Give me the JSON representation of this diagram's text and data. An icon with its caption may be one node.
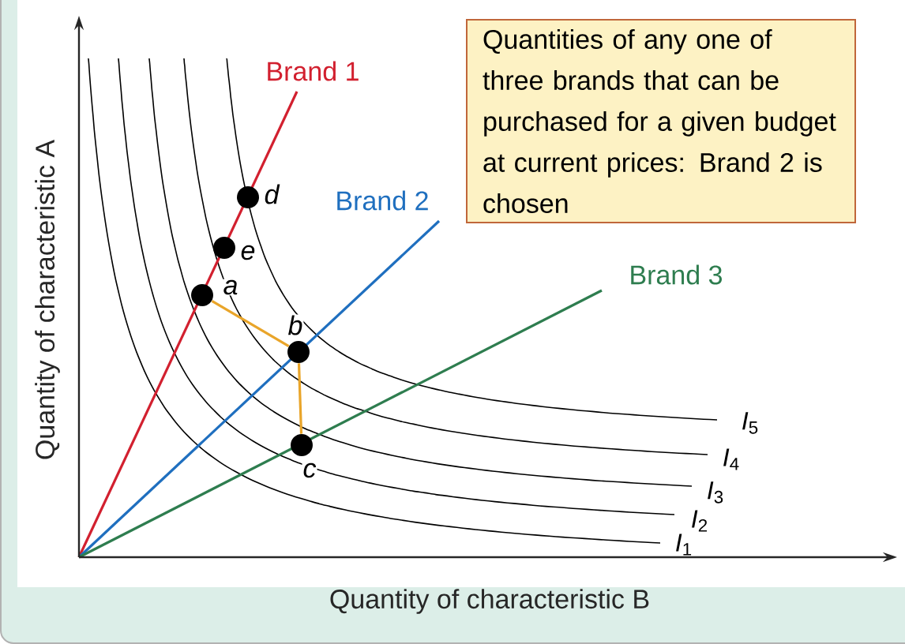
{
  "diagram": {
    "nodes": [
      {
        "text": [
          "Quantities of any one of three brands that can be purchased for a given budget at current prices: Brand 2 is chosen"
        ]
      },
      {
        "text": [],
        "shape": "circle",
        "beside": [
          "d"
        ]
      },
      {
        "text": [],
        "shape": "circle",
        "beside": [
          "e"
        ]
      },
      {
        "text": [],
        "shape": "circle",
        "beside": [
          "a"
        ]
      },
      {
        "text": [],
        "shape": "circle",
        "beside": [
          "b"
        ]
      },
      {
        "text": [],
        "shape": "circle",
        "beside": [
          "c"
        ]
      }
    ],
    "edges": [
      {
        "from": 3,
        "to": 4,
        "arrow": "none"
      },
      {
        "from": 4,
        "to": 5,
        "arrow": "none"
      }
    ],
    "labels": [
      "Brand 1",
      "Brand 2",
      "Brand 3",
      "*I*$_{5}$",
      "*I*$_{4}$",
      "*I*$_{3}$",
      "*I*$_{2}$",
      "*I*$_{1}$",
      "Quantity of characteristic A",
      "Quantity of characteristic B"
    ]
  }
}
